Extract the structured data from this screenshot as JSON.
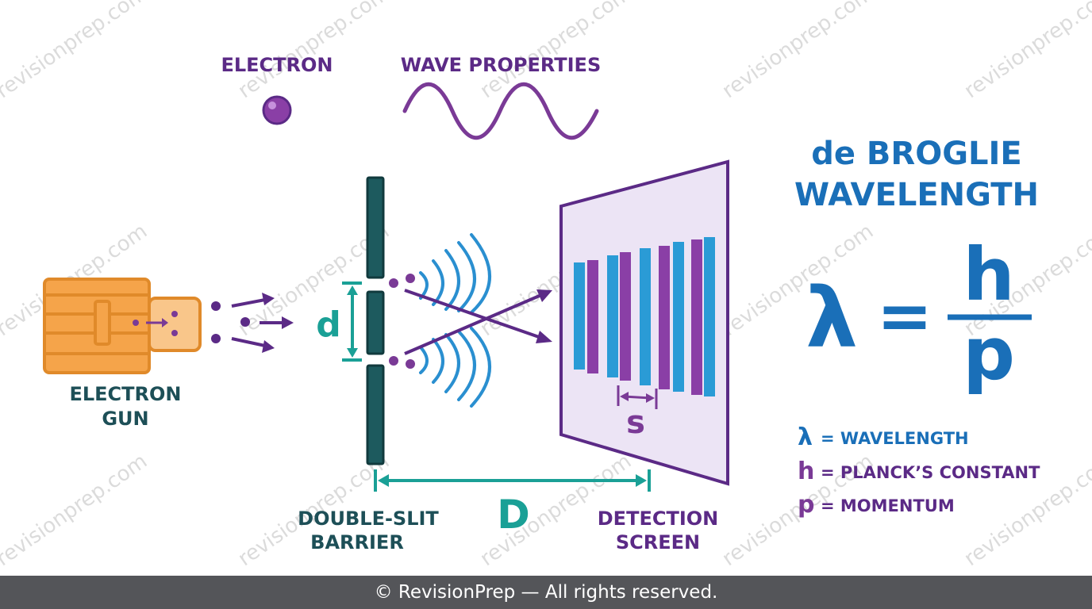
{
  "labels": {
    "electron": "ELECTRON",
    "wave_properties": "WAVE PROPERTIES",
    "electron_gun_line1": "ELECTRON",
    "electron_gun_line2": "GUN",
    "slit_separation": "d",
    "screen_distance": "D",
    "fringe_spacing": "s",
    "barrier_line1": "DOUBLE-SLIT",
    "barrier_line2": "BARRIER",
    "screen_line1": "DETECTION",
    "screen_line2": "SCREEN"
  },
  "formula": {
    "title_line1": "de BROGLIE",
    "title_line2": "WAVELENGTH",
    "lambda": "λ",
    "equals": "=",
    "numerator": "h",
    "denominator": "p"
  },
  "legend": [
    {
      "symbol": "λ",
      "text": "= WAVELENGTH",
      "color": "#1a6fb8"
    },
    {
      "symbol": "h",
      "text": "= PLANCK’S CONSTANT",
      "color": "#7a3a96"
    },
    {
      "symbol": "p",
      "text": "= MOMENTUM",
      "color": "#7a3a96"
    }
  ],
  "watermark": "revisionprep.com",
  "footer": "© RevisionPrep — All rights reserved.",
  "colors": {
    "purple": "#7a3a96",
    "dark_purple": "#5b2a86",
    "teal": "#1aa096",
    "dark_teal": "#1d4f57",
    "blue": "#1a6fb8",
    "fringe_blue": "#2a9bd6",
    "orange": "#f5a44a",
    "screen_fill": "#ece4f5"
  }
}
